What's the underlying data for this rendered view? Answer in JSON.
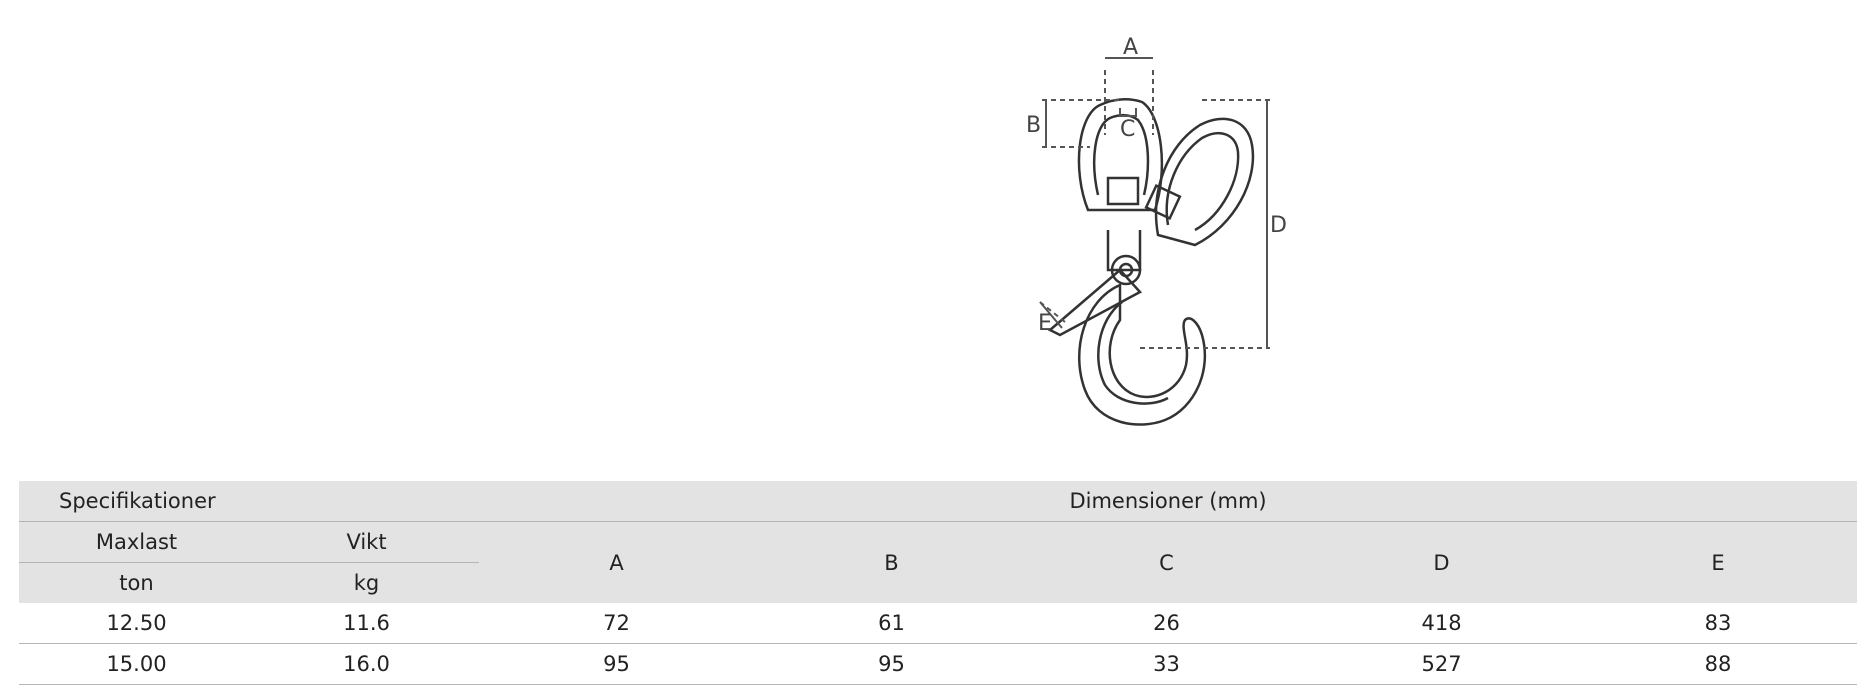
{
  "diagram": {
    "labels": {
      "a": "A",
      "b": "B",
      "c": "C",
      "d": "D",
      "e": "E"
    }
  },
  "table": {
    "group_specs": "Specifikationer",
    "group_dims": "Dimensioner (mm)",
    "col_maxlast": "Maxlast",
    "col_vikt": "Vikt",
    "unit_maxlast": "ton",
    "unit_vikt": "kg",
    "dim_a": "A",
    "dim_b": "B",
    "dim_c": "C",
    "dim_d": "D",
    "dim_e": "E",
    "rows": [
      {
        "maxlast": "12.50",
        "vikt": "11.6",
        "a": "72",
        "b": "61",
        "c": "26",
        "d": "418",
        "e": "83"
      },
      {
        "maxlast": "15.00",
        "vikt": "16.0",
        "a": "95",
        "b": "95",
        "c": "33",
        "d": "527",
        "e": "88"
      }
    ]
  }
}
